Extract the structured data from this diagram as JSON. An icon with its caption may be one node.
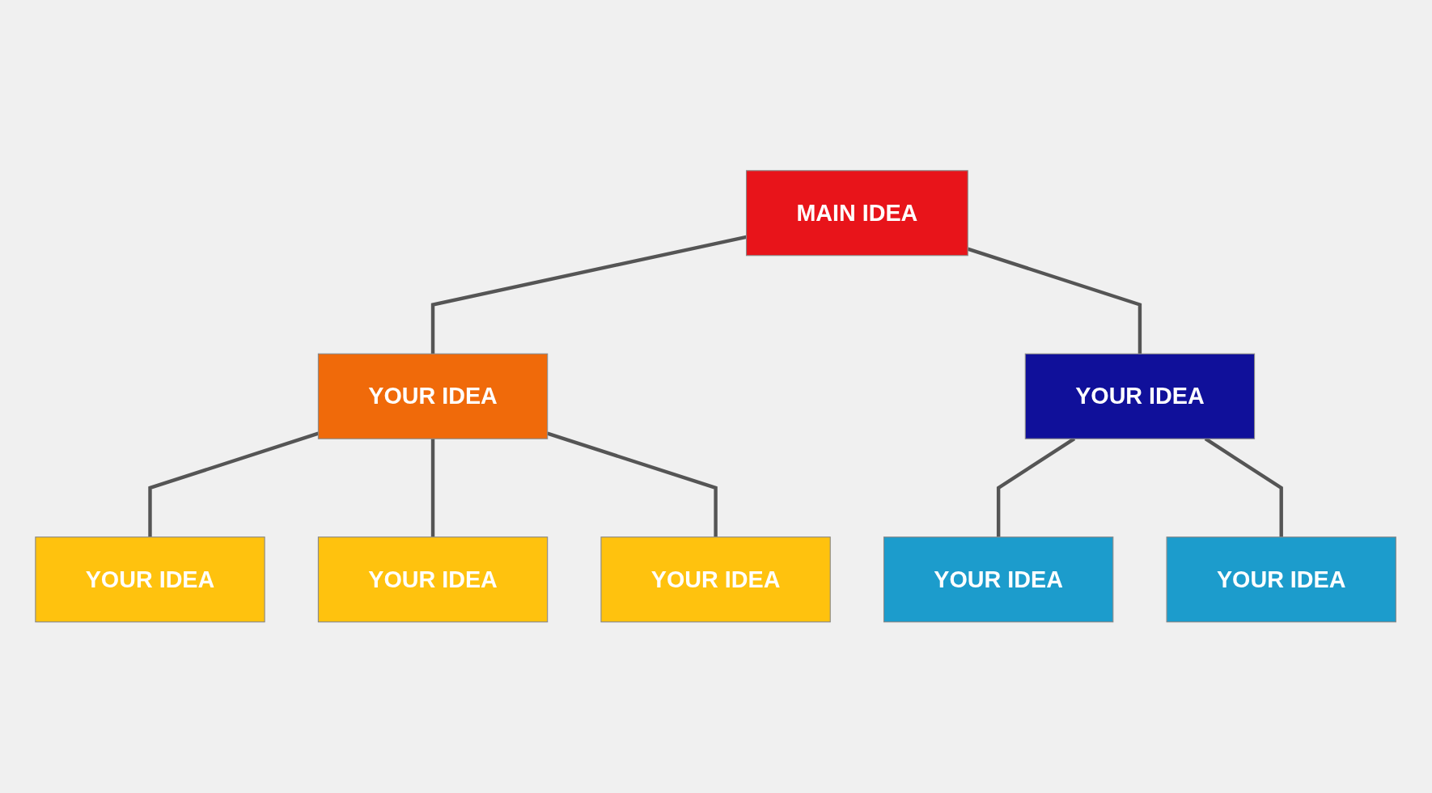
{
  "diagram": {
    "nodes": [
      {
        "text": [
          "MAIN IDEA"
        ]
      },
      {
        "text": [
          "YOUR IDEA"
        ]
      },
      {
        "text": [
          "YOUR IDEA"
        ]
      },
      {
        "text": [
          "YOUR IDEA"
        ]
      },
      {
        "text": [
          "YOUR IDEA"
        ]
      },
      {
        "text": [
          "YOUR IDEA"
        ]
      },
      {
        "text": [
          "YOUR IDEA"
        ]
      },
      {
        "text": [
          "YOUR IDEA"
        ]
      }
    ],
    "edges": [
      {
        "from": 0,
        "to": 1,
        "arrow": "none"
      },
      {
        "from": 0,
        "to": 2,
        "arrow": "none"
      },
      {
        "from": 1,
        "to": 3,
        "arrow": "none"
      },
      {
        "from": 1,
        "to": 4,
        "arrow": "none"
      },
      {
        "from": 1,
        "to": 5,
        "arrow": "none"
      },
      {
        "from": 2,
        "to": 6,
        "arrow": "none"
      },
      {
        "from": 2,
        "to": 7,
        "arrow": "none"
      }
    ]
  }
}
